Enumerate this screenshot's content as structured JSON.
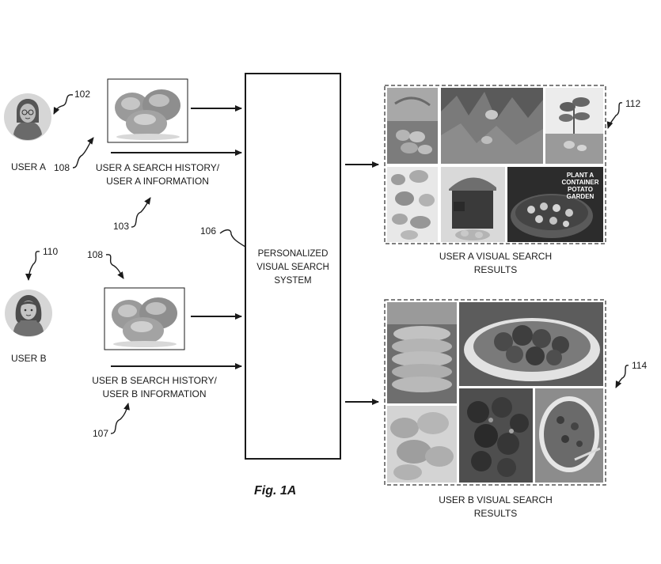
{
  "users": {
    "a": {
      "label": "USER A",
      "icon": "user-a-avatar-icon"
    },
    "b": {
      "label": "USER B",
      "icon": "user-b-avatar-icon"
    }
  },
  "inputs": {
    "a_history": {
      "line1": "USER A SEARCH HISTORY/",
      "line2": "USER A INFORMATION"
    },
    "b_history": {
      "line1": "USER B SEARCH HISTORY/",
      "line2": "USER B INFORMATION"
    },
    "query_image_icon": "potatoes-image-icon"
  },
  "system": {
    "line1": "PERSONALIZED",
    "line2": "VISUAL SEARCH",
    "line3": "SYSTEM"
  },
  "results": {
    "a": {
      "line1": "USER A VISUAL SEARCH",
      "line2": "RESULTS",
      "poster_text": "PLANT A\nCONTAINER\nPOTATO\nGARDEN"
    },
    "b": {
      "line1": "USER B VISUAL SEARCH",
      "line2": "RESULTS"
    }
  },
  "refs": {
    "r102": "102",
    "r108a": "108",
    "r103": "103",
    "r110": "110",
    "r108b": "108",
    "r107": "107",
    "r106": "106",
    "r112": "112",
    "r114": "114"
  },
  "caption": "Fig. 1A",
  "colors": {
    "ink": "#1a1a1a",
    "dash": "#555555",
    "photo_gray": "#8a8a8a"
  }
}
